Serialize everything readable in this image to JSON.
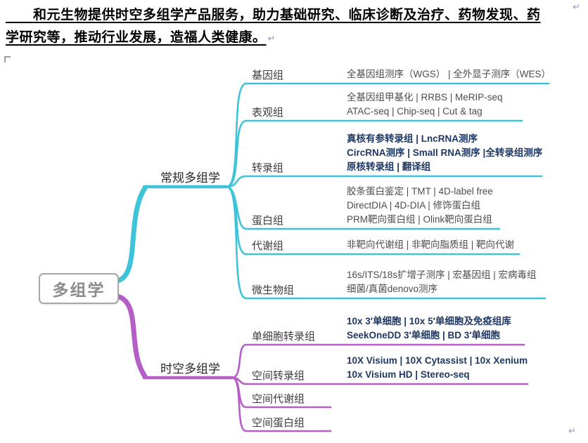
{
  "document": {
    "intro_line1": "　　和元生物提供时空多组学产品服务，助力基础研究、临床诊断及治疗、药物发现、药",
    "intro_line2": "学研究等，推动行业发展，造福人类健康。",
    "paragraph_mark": "↵"
  },
  "colors": {
    "conventional_branch": "#3ec3d8",
    "spatiotemporal_branch": "#b55ec6",
    "bold_leaf_text": "#1f3864",
    "root_text": "#8c8c8c"
  },
  "map": {
    "root": {
      "label": "多组学"
    },
    "branches": [
      {
        "label": "常规多组学",
        "children": [
          {
            "label": "基因组",
            "lines": [
              "全基因组测序（WGS） | 全外显子测序（WES）"
            ]
          },
          {
            "label": "表观组",
            "lines": [
              "全基因组甲基化 | RRBS | MeRIP-seq",
              "ATAC-seq | Chip-seq | Cut & tag"
            ]
          },
          {
            "label": "转录组",
            "lines": [
              "真核有参转录组 | LncRNA测序",
              "CircRNA测序 | Small RNA测序 |全转录组测序",
              "原核转录组 | 翻译组"
            ]
          },
          {
            "label": "蛋白组",
            "lines": [
              "胶条蛋白鉴定 | TMT | 4D-label free",
              "DirectDIA | 4D-DIA | 修饰蛋白组",
              "PRM靶向蛋白组 | Olink靶向蛋白组"
            ]
          },
          {
            "label": "代谢组",
            "lines": [
              "非靶向代谢组 | 非靶向脂质组 | 靶向代谢"
            ]
          },
          {
            "label": "微生物组",
            "lines": [
              "16s/ITS/18s扩增子测序 | 宏基因组 | 宏病毒组",
              "细菌/真菌denovo测序"
            ]
          }
        ]
      },
      {
        "label": "时空多组学",
        "children": [
          {
            "label": "单细胞转录组",
            "lines": [
              "10x 3′单细胞 | 10x 5′单细胞及免疫组库",
              "SeekOneDD 3′单细胞 | BD 3′单细胞"
            ]
          },
          {
            "label": "空间转录组",
            "lines": [
              "10X Visium | 10X Cytassist | 10x Xenium",
              "10x Visium HD | Stereo-seq"
            ]
          },
          {
            "label": "空间代谢组",
            "lines": []
          },
          {
            "label": "空间蛋白组",
            "lines": []
          }
        ]
      }
    ]
  }
}
